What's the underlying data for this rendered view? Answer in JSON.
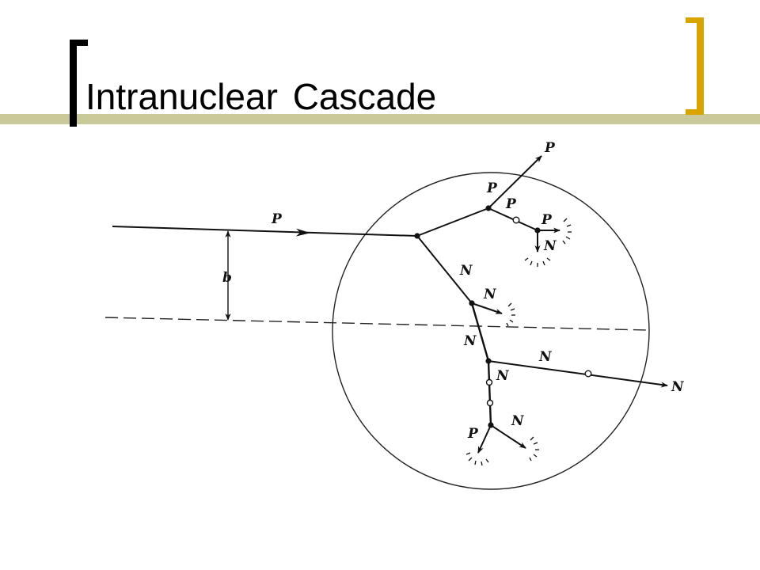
{
  "slide": {
    "title": "Intranuclear Cascade"
  },
  "diagram": {
    "labels": {
      "incoming_proton": "P",
      "impact_parameter": "b",
      "proton_upper": "P",
      "proton_top_exit": "P",
      "proton_mid": "P",
      "proton_right": "P",
      "neutron_captured_upper": "N",
      "neutron_branch": "N",
      "neutron_short": "N",
      "neutron_down": "N",
      "neutron_right": "N",
      "neutron_exit": "N",
      "neutron_lower": "N",
      "neutron_bottom_right": "N",
      "proton_bottom_left": "P"
    }
  }
}
